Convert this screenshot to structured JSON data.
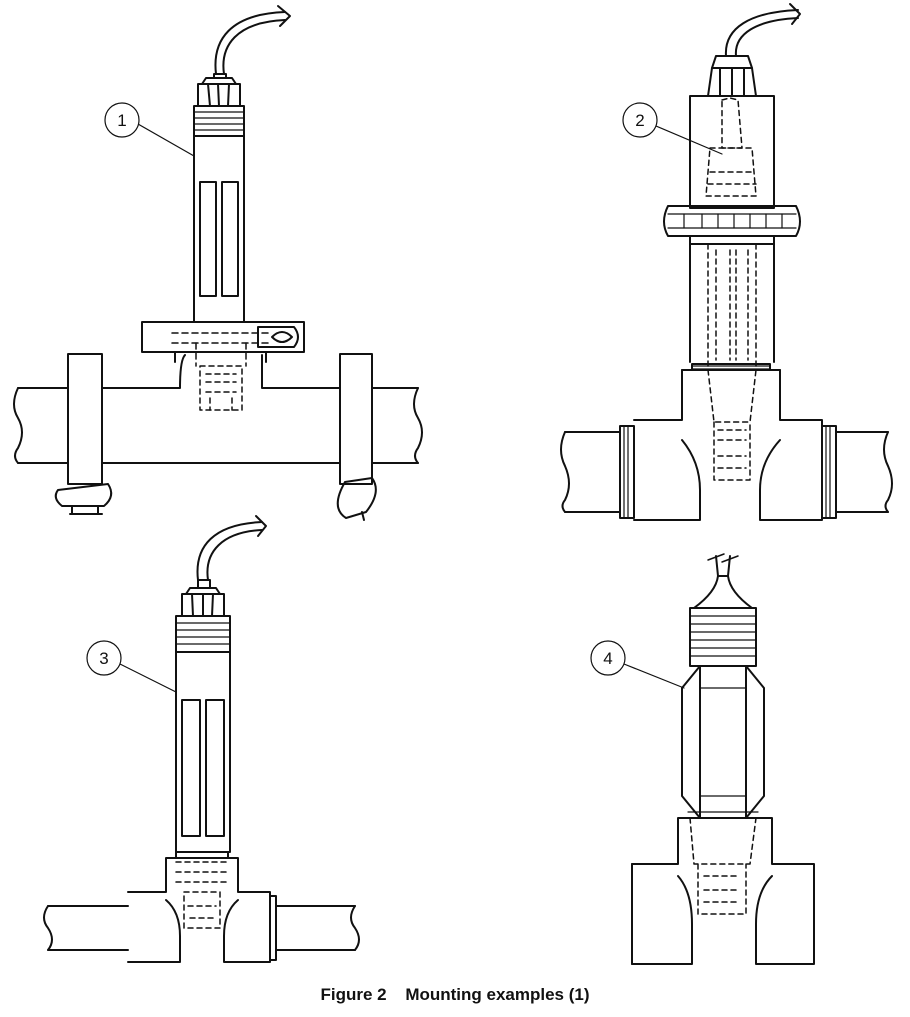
{
  "figure": {
    "caption_number": "Figure 2",
    "caption_title": "Mounting examples (1)",
    "callouts": [
      "1",
      "2",
      "3",
      "4"
    ]
  },
  "colors": {
    "line": "#111111",
    "background": "#ffffff"
  }
}
